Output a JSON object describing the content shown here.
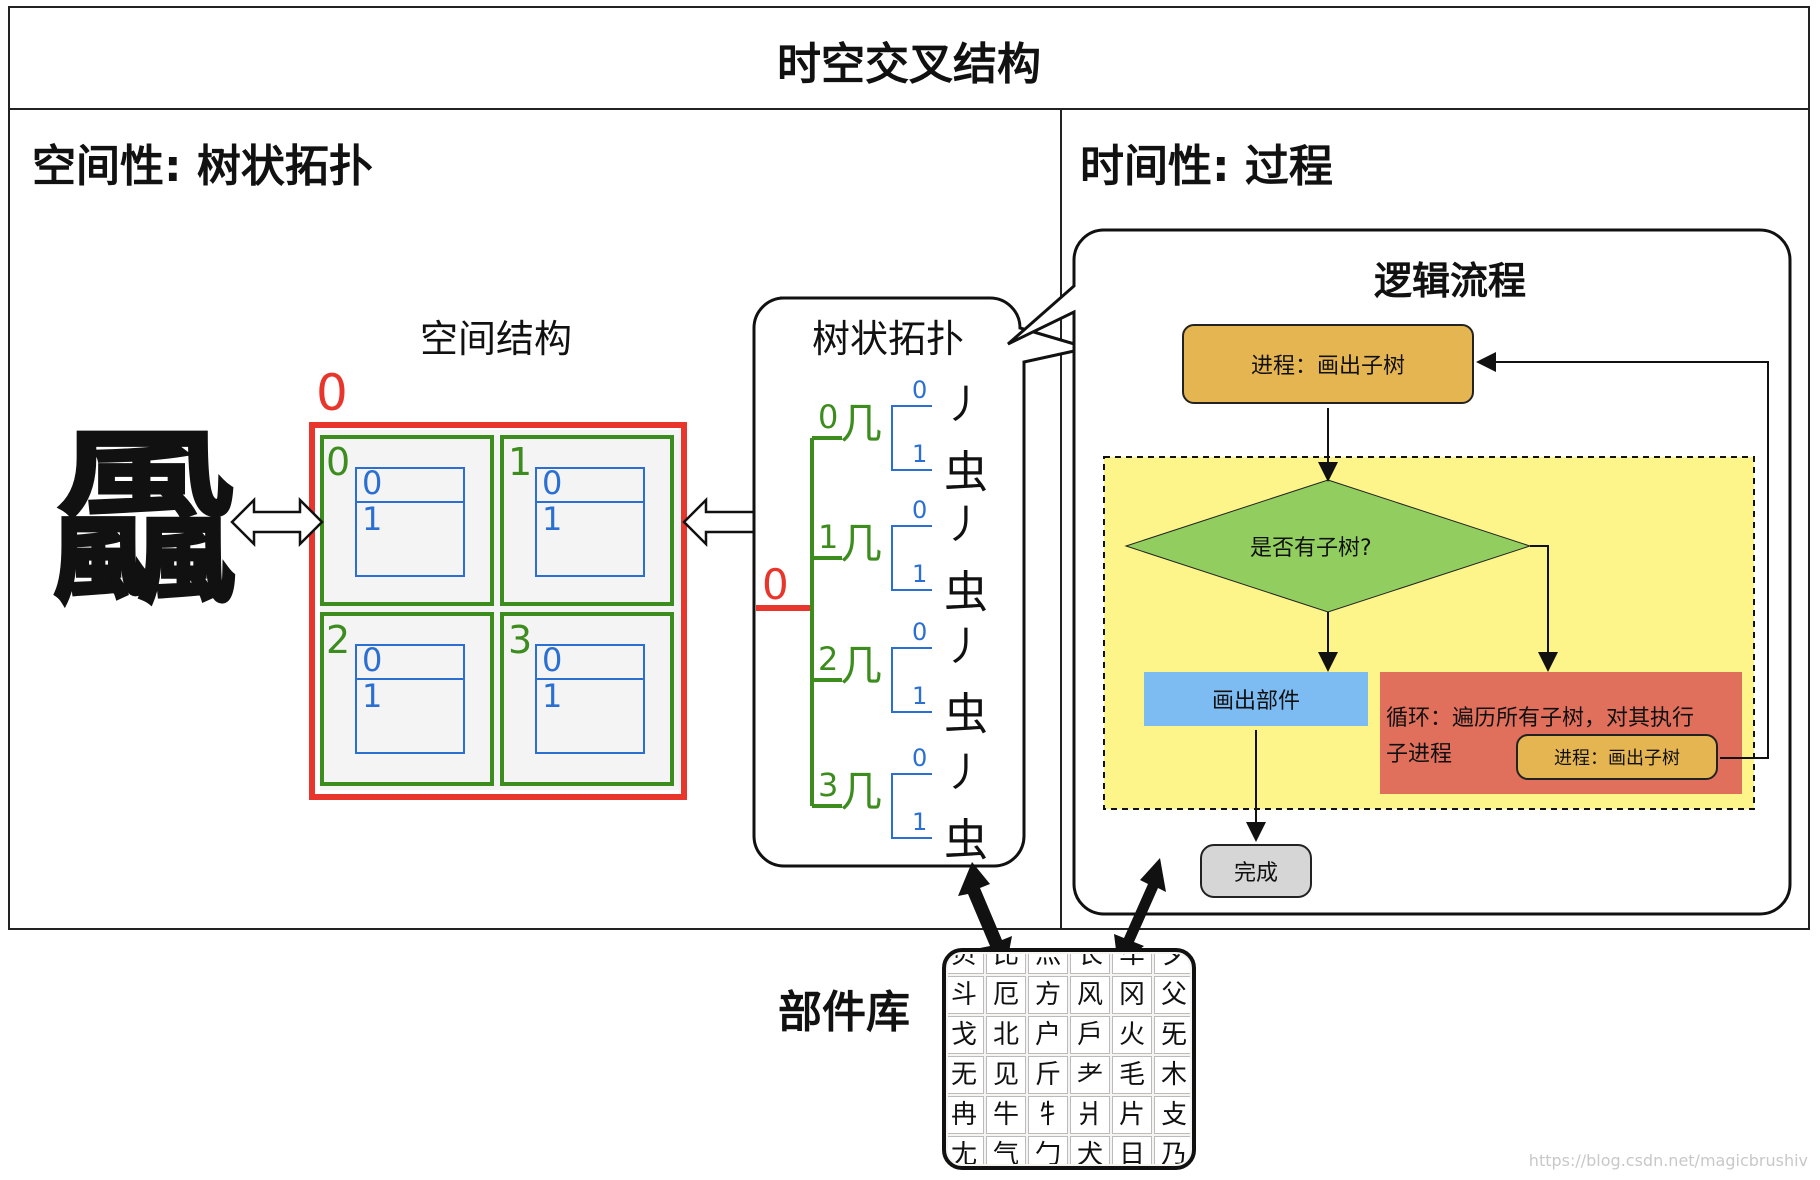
{
  "title": "时空交叉结构",
  "left_section": {
    "title": "空间性: 树状拓扑",
    "spatial_label": "空间结构",
    "character": "飍",
    "outer_index": "0",
    "quadrants": [
      {
        "index": "0",
        "sub": [
          "0",
          "1"
        ]
      },
      {
        "index": "1",
        "sub": [
          "0",
          "1"
        ]
      },
      {
        "index": "2",
        "sub": [
          "0",
          "1"
        ]
      },
      {
        "index": "3",
        "sub": [
          "0",
          "1"
        ]
      }
    ]
  },
  "tree": {
    "title": "树状拓扑",
    "root": "0",
    "branches": [
      {
        "index": "0",
        "radical": "几",
        "children": [
          {
            "index": "0",
            "glyph": "丿"
          },
          {
            "index": "1",
            "glyph": "虫"
          }
        ]
      },
      {
        "index": "1",
        "radical": "几",
        "children": [
          {
            "index": "0",
            "glyph": "丿"
          },
          {
            "index": "1",
            "glyph": "虫"
          }
        ]
      },
      {
        "index": "2",
        "radical": "几",
        "children": [
          {
            "index": "0",
            "glyph": "丿"
          },
          {
            "index": "1",
            "glyph": "虫"
          }
        ]
      },
      {
        "index": "3",
        "radical": "几",
        "children": [
          {
            "index": "0",
            "glyph": "丿"
          },
          {
            "index": "1",
            "glyph": "虫"
          }
        ]
      }
    ]
  },
  "right_section": {
    "title": "时间性: 过程",
    "flow_title": "逻辑流程",
    "process": "进程：画出子树",
    "decision": "是否有子树?",
    "draw_part": "画出部件",
    "loop_line1": "循环：遍历所有子树，对其执行",
    "loop_line2": "子进程",
    "sub_process": "进程：画出子树",
    "done": "完成"
  },
  "library": {
    "label": "部件库",
    "rows": [
      [
        "贝",
        "比",
        "灬",
        "长",
        "车",
        "夕"
      ],
      [
        "斗",
        "厄",
        "方",
        "风",
        "冈",
        "父"
      ],
      [
        "戈",
        "北",
        "户",
        "戶",
        "火",
        "旡"
      ],
      [
        "无",
        "见",
        "斤",
        "耂",
        "毛",
        "木"
      ],
      [
        "冉",
        "牛",
        "牜",
        "爿",
        "片",
        "攴"
      ],
      [
        "尢",
        "气",
        "勹",
        "犬",
        "日",
        "乃"
      ]
    ]
  },
  "watermark": "https://blog.csdn.net/magicbrushiv",
  "colors": {
    "red": "#e8362c",
    "green": "#3c8c1e",
    "blue": "#2a6fd1",
    "process": "#e5b552",
    "decision": "#92cd60",
    "draw": "#7cbcf3",
    "loop": "#e0705c",
    "yellow": "#fdf58a",
    "done": "#d6d6d6"
  }
}
